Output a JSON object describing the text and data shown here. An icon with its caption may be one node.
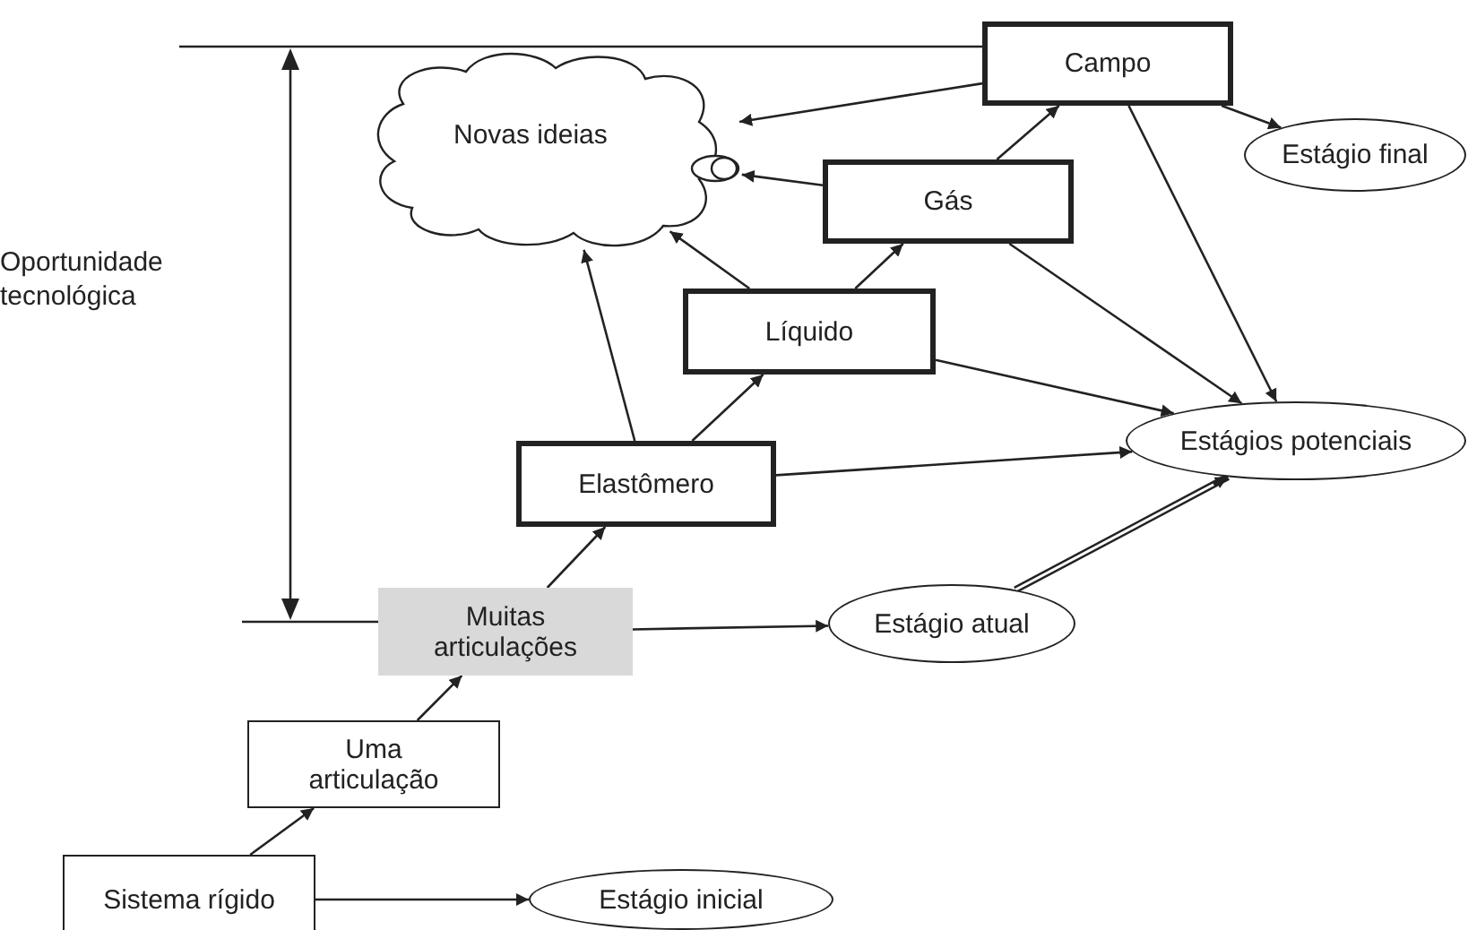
{
  "diagram": {
    "nodes": [
      {
        "text": [
          "Novas ideias"
        ]
      },
      {
        "text": [
          "Campo"
        ]
      },
      {
        "text": [
          "Gás"
        ]
      },
      {
        "text": [
          "Líquido"
        ]
      },
      {
        "text": [
          "Elastômero"
        ]
      },
      {
        "text": [
          "Muitas articulações"
        ]
      },
      {
        "text": [
          "Uma articulação"
        ]
      },
      {
        "text": [
          "Sistema rígido"
        ]
      },
      {
        "text": [
          "Estágio final"
        ]
      },
      {
        "text": [
          "Estágios potenciais"
        ]
      },
      {
        "text": [
          "Estágio atual"
        ]
      },
      {
        "text": [
          "Estágio inicial"
        ]
      }
    ],
    "edges": [
      {
        "from": 1,
        "to": 0,
        "arrow": "to"
      },
      {
        "from": 2,
        "to": 0,
        "arrow": "to"
      },
      {
        "from": 3,
        "to": 0,
        "arrow": "to"
      },
      {
        "from": 4,
        "to": 0,
        "arrow": "to"
      },
      {
        "from": 2,
        "to": 1,
        "arrow": "to"
      },
      {
        "from": 3,
        "to": 2,
        "arrow": "to"
      },
      {
        "from": 4,
        "to": 3,
        "arrow": "to"
      },
      {
        "from": 1,
        "to": 8,
        "arrow": "to"
      },
      {
        "from": 1,
        "to": 9,
        "arrow": "to"
      },
      {
        "from": 2,
        "to": 9,
        "arrow": "to"
      },
      {
        "from": 3,
        "to": 9,
        "arrow": "to"
      },
      {
        "from": 4,
        "to": 9,
        "arrow": "to"
      },
      {
        "from": 10,
        "to": 9,
        "arrow": "to",
        "style": "thick"
      },
      {
        "from": 5,
        "to": 4,
        "arrow": "to"
      },
      {
        "from": 5,
        "to": 10,
        "arrow": "to"
      },
      {
        "from": 6,
        "to": 5,
        "arrow": "to"
      },
      {
        "from": 7,
        "to": 6,
        "arrow": "to"
      },
      {
        "from": 7,
        "to": 11,
        "arrow": "to"
      }
    ],
    "labels": [
      "Oportunidade tecnológica"
    ]
  }
}
